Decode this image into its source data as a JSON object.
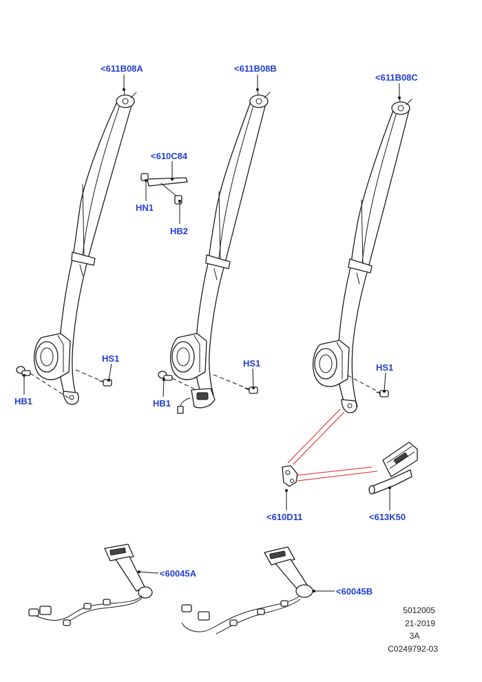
{
  "callouts": {
    "belt_a": "<611B08A",
    "belt_b": "<611B08B",
    "belt_c": "<611B08C",
    "guide": "<610C84",
    "hn1": "HN1",
    "hb2": "HB2",
    "hs1_a": "HS1",
    "hs1_b": "HS1",
    "hs1_c": "HS1",
    "hb1_a": "HB1",
    "hb1_b": "HB1",
    "bracket": "<610D11",
    "rail": "<613K50",
    "buckle_a": "<60045A",
    "buckle_b": "<60045B"
  },
  "meta": {
    "line1": "5012005",
    "line2": "21-2019",
    "line3": "3A",
    "line4": "C0249792-03"
  },
  "colors": {
    "callout_text": "#1f3fd6",
    "linework": "#1a1a1a",
    "highlight_leader": "#e02020"
  }
}
